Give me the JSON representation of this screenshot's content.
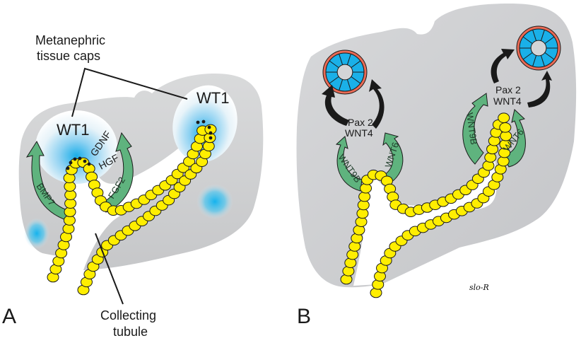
{
  "figure": {
    "panels": [
      {
        "id": "A",
        "letter": "A",
        "callouts": {
          "caps_label_line1": "Metanephric",
          "caps_label_line2": "tissue caps",
          "tubule_label_line1": "Collecting",
          "tubule_label_line2": "tubule"
        },
        "cap_labels": [
          "WT1",
          "WT1"
        ],
        "factors": {
          "gdnf": "GDNF",
          "hgf": "HGF",
          "bmp7": "BMP7",
          "fgf2": "FGF2"
        }
      },
      {
        "id": "B",
        "letter": "B",
        "gene_labels": [
          {
            "line1": "Pax 2",
            "line2": "WNT4"
          },
          {
            "line1": "Pax 2",
            "line2": "WNT4"
          }
        ],
        "factors": {
          "left_left": "WNT9B",
          "left_right": "WNT6",
          "right_left": "WNT9B",
          "right_right": "WNT6"
        },
        "signature": "slo-R"
      }
    ],
    "colors": {
      "tissue": "#cfd0d2",
      "tubule_cell": "#ffee00",
      "arrow_green": "#5fb37e",
      "arrow_black": "#1a1a1a",
      "blue_glow": "#14b3ee",
      "vesicle_ring": "#e86a55",
      "vesicle_cell": "#1ab0e8"
    }
  }
}
